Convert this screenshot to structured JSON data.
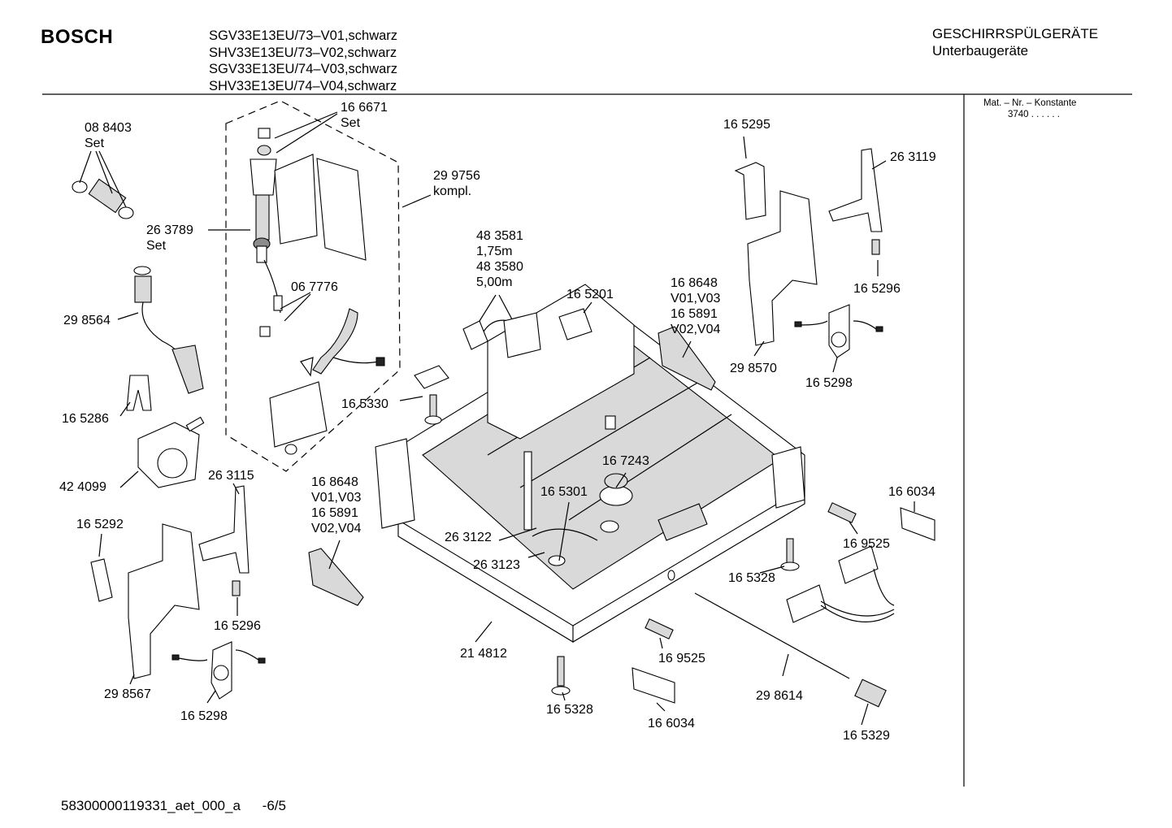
{
  "header": {
    "brand": "BOSCH",
    "models": [
      "SGV33E13EU/73–V01,schwarz",
      "SHV33E13EU/73–V02,schwarz",
      "SGV33E13EU/74–V03,schwarz",
      "SHV33E13EU/74–V04,schwarz"
    ],
    "category": "GESCHIRRSPÜLGERÄTE",
    "subcategory": "Unterbaugeräte"
  },
  "side": {
    "mat_label": "Mat. – Nr. – Konstante",
    "mat_value": "3740 . . . . . ."
  },
  "footer": {
    "doc_id": "58300000119331_aet_000_a",
    "page": "-6/5"
  },
  "labels": [
    {
      "id": "p088403",
      "lines": [
        "08 8403",
        "Set"
      ]
    },
    {
      "id": "p166671",
      "lines": [
        "16 6671",
        "Set"
      ]
    },
    {
      "id": "p299756",
      "lines": [
        "29 9756",
        "kompl."
      ]
    },
    {
      "id": "p263789",
      "lines": [
        "26 3789",
        "Set"
      ]
    },
    {
      "id": "p298564",
      "lines": [
        "29 8564"
      ]
    },
    {
      "id": "p067776",
      "lines": [
        "06 7776"
      ]
    },
    {
      "id": "p165286",
      "lines": [
        "16 5286"
      ]
    },
    {
      "id": "p424099",
      "lines": [
        "42 4099"
      ]
    },
    {
      "id": "p165330",
      "lines": [
        "16 5330"
      ]
    },
    {
      "id": "p483581",
      "lines": [
        "48 3581",
        "1,75m",
        "48 3580",
        "5,00m"
      ]
    },
    {
      "id": "p165201",
      "lines": [
        "16 5201"
      ]
    },
    {
      "id": "p168648a",
      "lines": [
        "16 8648",
        "V01,V03",
        "16 5891",
        "V02,V04"
      ]
    },
    {
      "id": "p165295",
      "lines": [
        "16 5295"
      ]
    },
    {
      "id": "p263119",
      "lines": [
        "26 3119"
      ]
    },
    {
      "id": "p165296a",
      "lines": [
        "16 5296"
      ]
    },
    {
      "id": "p298570",
      "lines": [
        "29 8570"
      ]
    },
    {
      "id": "p165298a",
      "lines": [
        "16 5298"
      ]
    },
    {
      "id": "p263115",
      "lines": [
        "26 3115"
      ]
    },
    {
      "id": "p165292",
      "lines": [
        "16 5292"
      ]
    },
    {
      "id": "p168648b",
      "lines": [
        "16 8648",
        "V01,V03",
        "16 5891",
        "V02,V04"
      ]
    },
    {
      "id": "p167243",
      "lines": [
        "16 7243"
      ]
    },
    {
      "id": "p165301",
      "lines": [
        "16 5301"
      ]
    },
    {
      "id": "p263122",
      "lines": [
        "26 3122"
      ]
    },
    {
      "id": "p263123",
      "lines": [
        "26 3123"
      ]
    },
    {
      "id": "p165296b",
      "lines": [
        "16 5296"
      ]
    },
    {
      "id": "p298567",
      "lines": [
        "29 8567"
      ]
    },
    {
      "id": "p165298b",
      "lines": [
        "16 5298"
      ]
    },
    {
      "id": "p214812",
      "lines": [
        "21 4812"
      ]
    },
    {
      "id": "p165328a",
      "lines": [
        "16 5328"
      ]
    },
    {
      "id": "p169525a",
      "lines": [
        "16 9525"
      ]
    },
    {
      "id": "p166034a",
      "lines": [
        "16 6034"
      ]
    },
    {
      "id": "p298614",
      "lines": [
        "29 8614"
      ]
    },
    {
      "id": "p165329",
      "lines": [
        "16 5329"
      ]
    },
    {
      "id": "p166034b",
      "lines": [
        "16 6034"
      ]
    },
    {
      "id": "p169525b",
      "lines": [
        "16 9525"
      ]
    },
    {
      "id": "p165328b",
      "lines": [
        "16 5328"
      ]
    }
  ]
}
